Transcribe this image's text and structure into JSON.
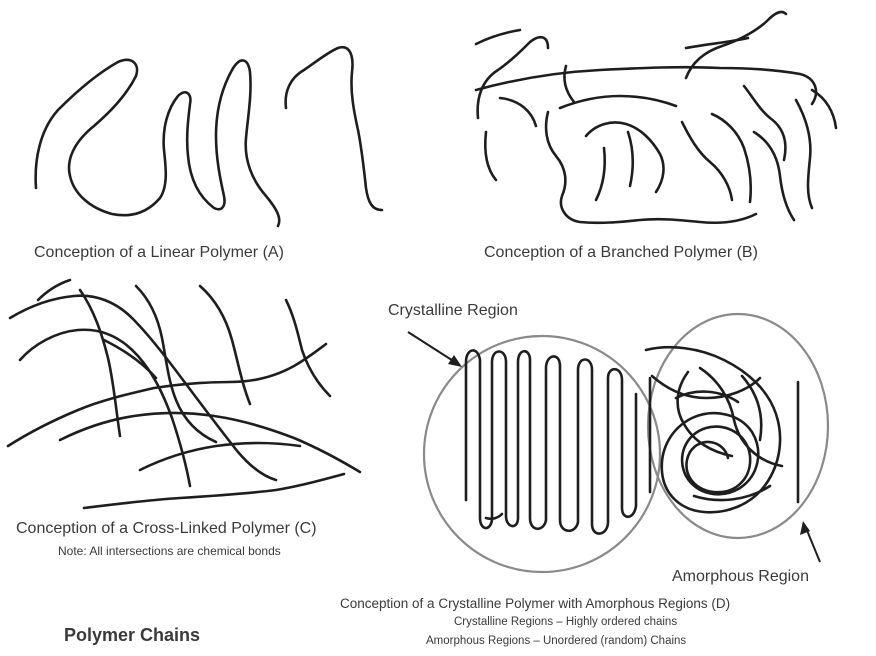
{
  "panels": {
    "a": {
      "caption": "Conception of a Linear Polymer (A)"
    },
    "b": {
      "caption": "Conception of a Branched Polymer (B)"
    },
    "c": {
      "caption": "Conception of a Cross-Linked Polymer (C)",
      "note": "Note:  All intersections are chemical bonds"
    },
    "d": {
      "crystalline_label": "Crystalline Region",
      "amorphous_label": "Amorphous Region",
      "caption": "Conception of a Crystalline Polymer with Amorphous Regions (D)",
      "line1": "Crystalline Regions – Highly ordered chains",
      "line2": "Amorphous Regions – Unordered (random) Chains"
    }
  },
  "title": "Polymer Chains",
  "colors": {
    "chain": "#1e1e1e",
    "region_circle": "#8a8a8a",
    "text": "#3a3a3a"
  }
}
